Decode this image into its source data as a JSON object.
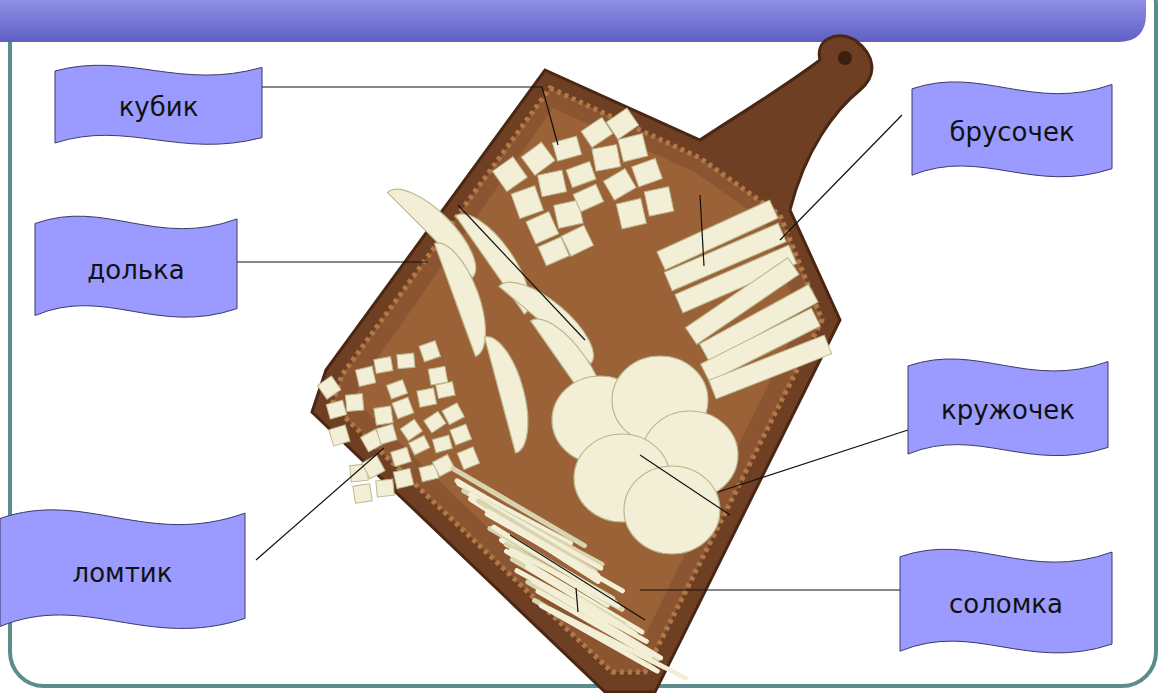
{
  "diagram": {
    "nodes": [
      {
        "text": [
          "кубик"
        ]
      },
      {
        "text": [
          "брусочек"
        ]
      },
      {
        "text": [
          "долька"
        ]
      },
      {
        "text": [
          "кружочек"
        ]
      },
      {
        "text": [
          "ломтик"
        ]
      },
      {
        "text": [
          "соломка"
        ]
      }
    ]
  }
}
